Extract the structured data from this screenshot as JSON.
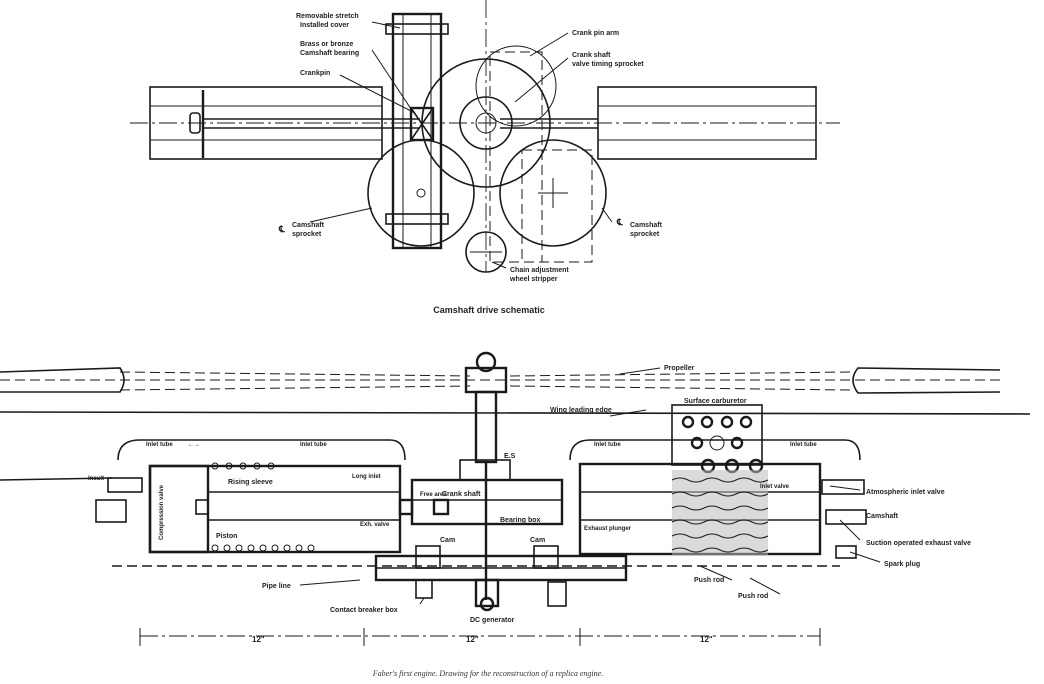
{
  "camshaft": {
    "title": "Camshaft drive schematic",
    "labels": {
      "removable_cover": "Removable stretch",
      "removable_cover_2": "Installed cover",
      "brass_bearing": "Brass or bronze",
      "brass_bearing_2": "Camshaft bearing",
      "crankpin": "Crankpin",
      "crank_pin_arm": "Crank pin arm",
      "crankshaft_sprocket": "Crank shaft",
      "crankshaft_sprocket_2": "valve timing sprocket",
      "camshaft_sprocket_left": "Camshaft",
      "camshaft_sprocket_left_2": "sprocket",
      "camshaft_sprocket_right": "Camshaft",
      "camshaft_sprocket_right_2": "sprocket",
      "chain_adjustment": "Chain adjustment",
      "chain_adjustment_2": "wheel stripper",
      "cl_left": "℄",
      "cl_right": "℄"
    }
  },
  "engine": {
    "labels": {
      "propeller": "Propeller",
      "wing_leading_edge": "Wing leading edge",
      "surface_carburetor": "Surface carburetor",
      "inlet_tube_left": "Inlet tube",
      "inlet_tube_left_arrow": "←→",
      "inlet_tube_mid": "Inlet tube",
      "inlet_tube_right_a": "Inlet tube",
      "inlet_tube_right_b": "Inlet tube",
      "long_inlet": "Long inlet",
      "free_area": "Free area",
      "inlet_valve": "Inlet valve",
      "rising_sleeve": "Rising sleeve",
      "crank_shaft": "Crank shaft",
      "compression_valve": "Compression valve",
      "piston": "Piston",
      "exh_valve": "Exh. valve",
      "bearing_box": "Bearing box",
      "exhaust_plunger": "Exhaust plunger",
      "atmospheric_inlet_valve": "Atmospheric inlet valve",
      "camshaft": "Camshaft",
      "suction_exhaust_valve": "Suction operated exhaust valve",
      "spark_plug": "Spark plug",
      "cam_left": "Cam",
      "cam_right": "Cam",
      "push_rod_1": "Push rod",
      "push_rod_2": "Push rod",
      "pipe_line": "Pipe line",
      "contact_breaker": "Contact breaker box",
      "dc_generator": "DC generator",
      "lower_left": "Insult",
      "eq": "E.S",
      "dim_1": "12\"",
      "dim_2": "12\"",
      "dim_3": "12\""
    }
  },
  "caption": "Faber's first engine. Drawing for the reconstruction of a replica engine."
}
